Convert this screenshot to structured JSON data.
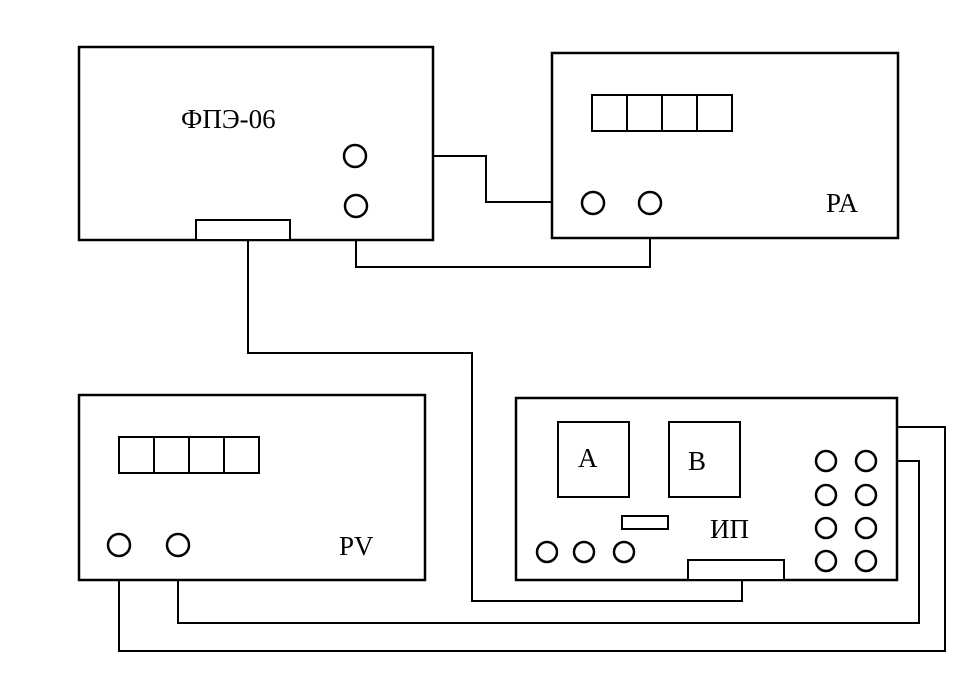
{
  "devices": {
    "fpe": {
      "label": "ФПЭ-06"
    },
    "ammeter": {
      "label": "PA"
    },
    "voltmeter": {
      "label": "PV"
    },
    "power_supply": {
      "label": "ИП",
      "meter_a_label": "A",
      "meter_b_label": "B"
    }
  },
  "colors": {
    "stroke": "#000000",
    "background": "#ffffff"
  }
}
